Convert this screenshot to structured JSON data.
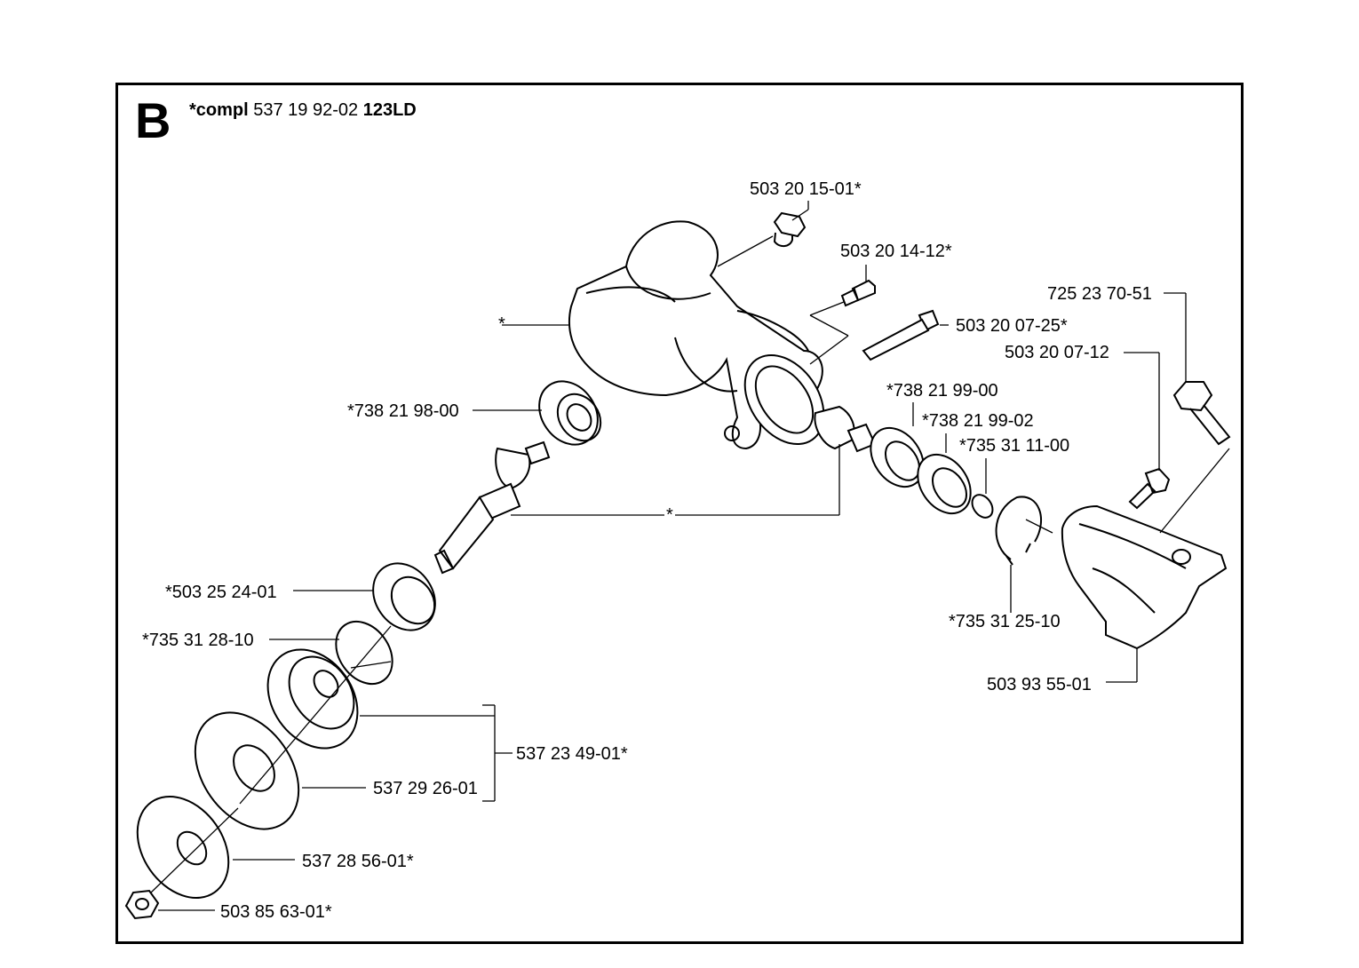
{
  "header": {
    "section_letter": "B",
    "prefix": "*compl",
    "part_number": "537 19 92-02",
    "model": "123LD"
  },
  "callouts": [
    {
      "id": "c1",
      "text": "503 20 15-01*"
    },
    {
      "id": "c2",
      "text": "503 20 14-12*"
    },
    {
      "id": "c3",
      "text": "725 23 70-51"
    },
    {
      "id": "c4",
      "text": "*"
    },
    {
      "id": "c5",
      "text": "503 20 07-25*"
    },
    {
      "id": "c6",
      "text": "503 20 07-12"
    },
    {
      "id": "c7",
      "text": "*738 21 98-00"
    },
    {
      "id": "c8",
      "text": "*738 21 99-00"
    },
    {
      "id": "c9",
      "text": "*738 21 99-02"
    },
    {
      "id": "c10",
      "text": "*735 31 11-00"
    },
    {
      "id": "c11",
      "text": "*"
    },
    {
      "id": "c12",
      "text": "*503 25 24-01"
    },
    {
      "id": "c13",
      "text": "*735 31 25-10"
    },
    {
      "id": "c14",
      "text": "*735 31 28-10"
    },
    {
      "id": "c15",
      "text": "503 93 55-01"
    },
    {
      "id": "c16",
      "text": "537 23 49-01*"
    },
    {
      "id": "c17",
      "text": "537 29 26-01"
    },
    {
      "id": "c18",
      "text": "537 28 56-01*"
    },
    {
      "id": "c19",
      "text": "503 85 63-01*"
    }
  ]
}
